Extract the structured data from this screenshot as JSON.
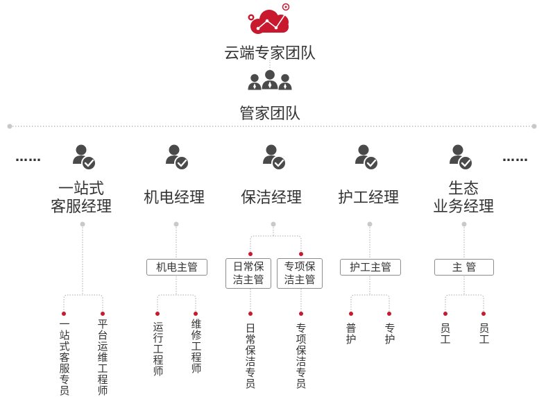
{
  "top": {
    "cloud_team": "云端专家团队",
    "butler_team": "管家团队"
  },
  "ellipsis": {
    "left": "……",
    "right": "……"
  },
  "managers": [
    {
      "lines": [
        "一站式",
        "客服经理"
      ]
    },
    {
      "lines": [
        "机电经理"
      ]
    },
    {
      "lines": [
        "保洁经理"
      ]
    },
    {
      "lines": [
        "护工经理"
      ]
    },
    {
      "lines": [
        "生态",
        "业务经理"
      ]
    }
  ],
  "supervisors": {
    "mech": "机电主管",
    "daily_clean": [
      "日常保",
      "洁主管"
    ],
    "special_clean": [
      "专项保",
      "洁主管"
    ],
    "care": "护工主管",
    "eco": "主 管"
  },
  "staff": {
    "cs_specialist": "一站式客服专员",
    "platform_engineer": "平台运维工程师",
    "ops_engineer": "运行工程师",
    "maint_engineer": "维修工程师",
    "daily_cleaner": "日常保洁专员",
    "special_cleaner": "专项保洁专员",
    "general_care": "普护",
    "special_care": "专护",
    "staff_a": "员工",
    "staff_b": "员工"
  },
  "colors": {
    "accent": "#c8192e",
    "icon_gray": "#4a4a4a",
    "dotted_line": "#b5b5b5",
    "text": "#333333"
  }
}
